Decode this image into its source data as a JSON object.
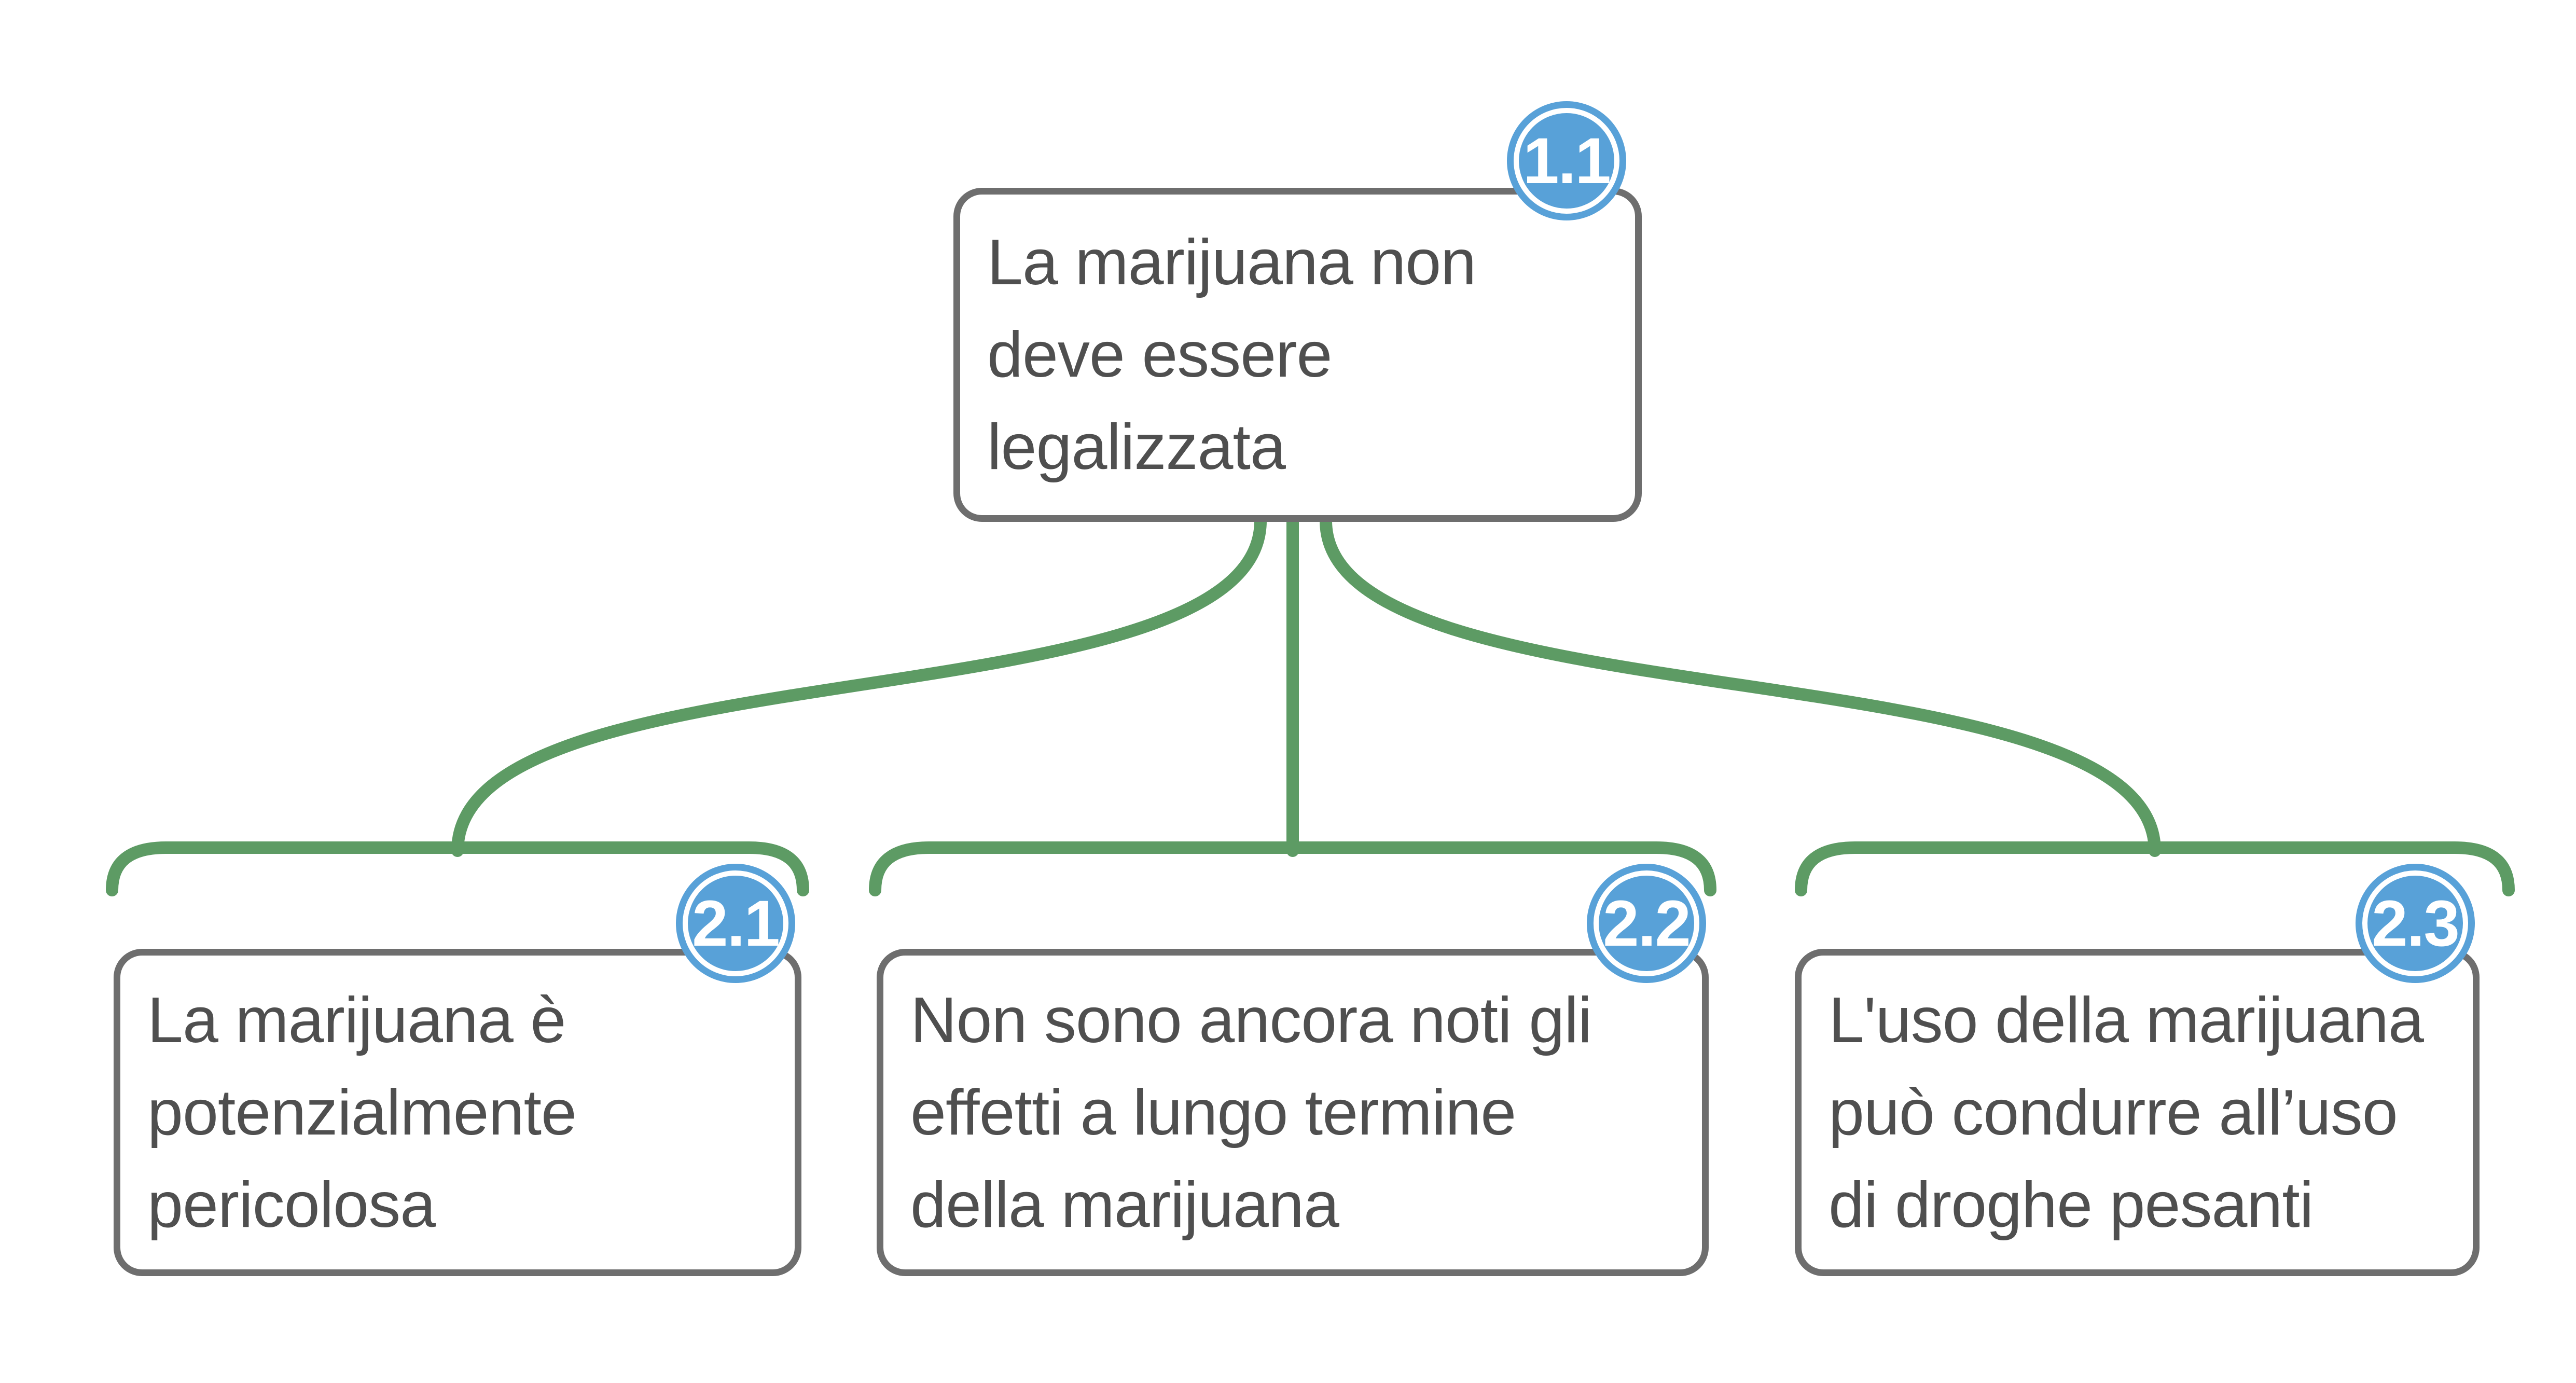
{
  "diagram": {
    "type": "argument-map",
    "background_color": "#ffffff",
    "connector_color": "#5d9b64",
    "badge_color": "#58a1d8",
    "badge_ring_color": "#ffffff",
    "badge_text_color": "#ffffff",
    "box_border_color": "#6e6e6e",
    "text_color": "#4f4f4f",
    "root_node": {
      "badge": "1.1",
      "lines": [
        "La marijuana non",
        "deve essere",
        "legalizzata"
      ]
    },
    "child_nodes": [
      {
        "badge": "2.1",
        "lines": [
          "La marijuana è",
          "potenzialmente",
          "pericolosa"
        ]
      },
      {
        "badge": "2.2",
        "lines": [
          "Non sono ancora noti gli",
          "effetti a lungo termine",
          "della marijuana"
        ]
      },
      {
        "badge": "2.3",
        "lines": [
          "L'uso della marijuana",
          "può condurre all’uso",
          "di droghe pesanti"
        ]
      }
    ]
  }
}
